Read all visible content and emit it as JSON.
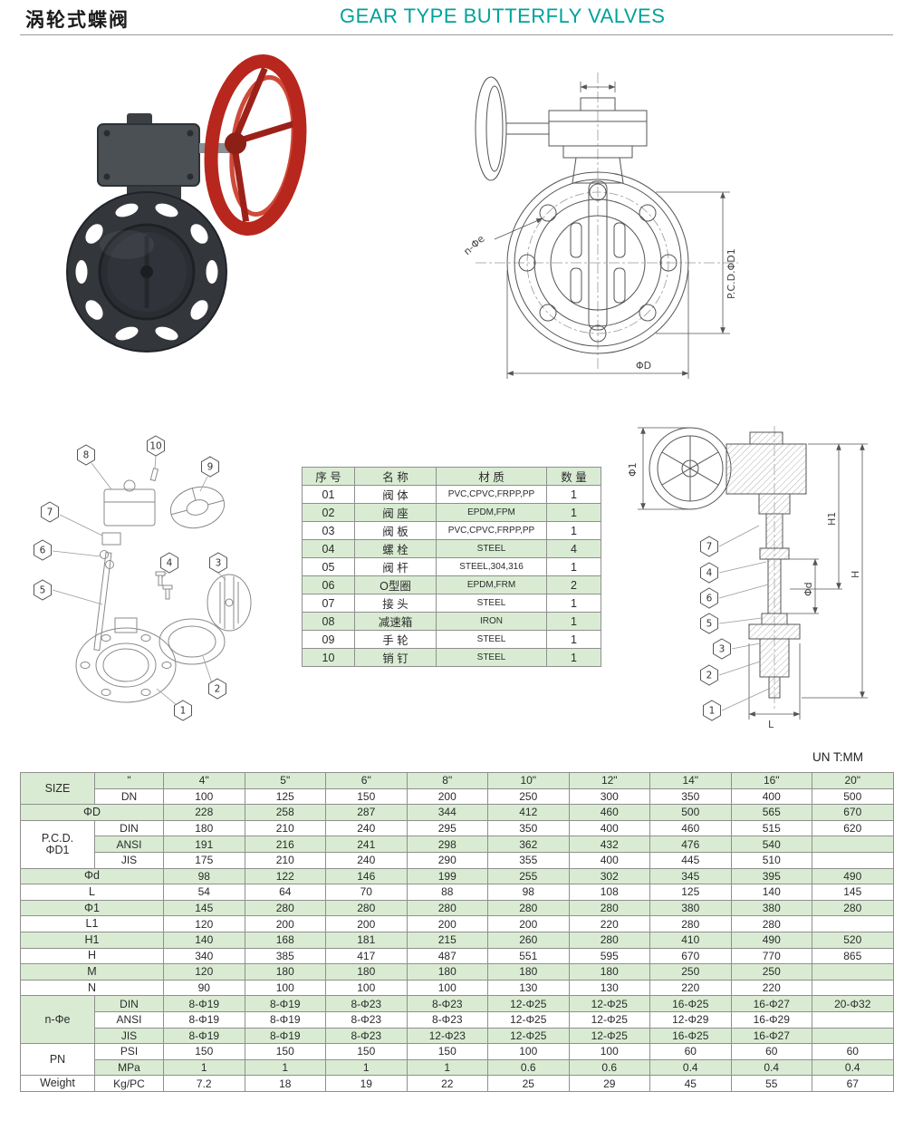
{
  "page": {
    "title_cn": "涡轮式蝶阀",
    "title_en": "GEAR TYPE BUTTERFLY VALVES",
    "unit_note": "UN T:MM",
    "accent_color": "#00a29b",
    "table_green": "#d9ecd3"
  },
  "front_view": {
    "labels": {
      "bolt_holes": "n-Φe",
      "pcd": "P.C.D.ΦD1",
      "outer_dia": "ΦD"
    }
  },
  "side_view": {
    "labels": {
      "phi1": "Φ1",
      "h1": "H1",
      "h": "H",
      "phid": "Φd",
      "l": "L"
    },
    "callouts": [
      "7",
      "4",
      "6",
      "5",
      "3",
      "2",
      "1"
    ]
  },
  "exploded_view": {
    "callouts": [
      "8",
      "10",
      "9",
      "7",
      "6",
      "5",
      "4",
      "3",
      "2",
      "1"
    ]
  },
  "parts_table": {
    "headers": [
      "序 号",
      "名 称",
      "材 质",
      "数 量"
    ],
    "rows": [
      {
        "no": "01",
        "name": "阀 体",
        "material": "PVC,CPVC,FRPP,PP",
        "qty": "1"
      },
      {
        "no": "02",
        "name": "阀 座",
        "material": "EPDM,FPM",
        "qty": "1"
      },
      {
        "no": "03",
        "name": "阀 板",
        "material": "PVC,CPVC,FRPP,PP",
        "qty": "1"
      },
      {
        "no": "04",
        "name": "螺 栓",
        "material": "STEEL",
        "qty": "4"
      },
      {
        "no": "05",
        "name": "阀 杆",
        "material": "STEEL,304,316",
        "qty": "1"
      },
      {
        "no": "06",
        "name": "O型圈",
        "material": "EPDM,FRM",
        "qty": "2"
      },
      {
        "no": "07",
        "name": "接 头",
        "material": "STEEL",
        "qty": "1"
      },
      {
        "no": "08",
        "name": "减速箱",
        "material": "IRON",
        "qty": "1"
      },
      {
        "no": "09",
        "name": "手 轮",
        "material": "STEEL",
        "qty": "1"
      },
      {
        "no": "10",
        "name": "销 钉",
        "material": "STEEL",
        "qty": "1"
      }
    ]
  },
  "dimensions_table": {
    "rows": [
      {
        "group": "SIZE",
        "rowspan": 2,
        "label": "\"",
        "values": [
          "4\"",
          "5\"",
          "6\"",
          "8\"",
          "10\"",
          "12\"",
          "14\"",
          "16\"",
          "20\""
        ]
      },
      {
        "label": "DN",
        "values": [
          "100",
          "125",
          "150",
          "200",
          "250",
          "300",
          "350",
          "400",
          "500"
        ]
      },
      {
        "group": "ΦD",
        "colspan": 2,
        "values": [
          "228",
          "258",
          "287",
          "344",
          "412",
          "460",
          "500",
          "565",
          "670"
        ]
      },
      {
        "group": "P.C.D.\nΦD1",
        "rowspan": 3,
        "label": "DIN",
        "values": [
          "180",
          "210",
          "240",
          "295",
          "350",
          "400",
          "460",
          "515",
          "620"
        ]
      },
      {
        "label": "ANSI",
        "values": [
          "191",
          "216",
          "241",
          "298",
          "362",
          "432",
          "476",
          "540",
          ""
        ]
      },
      {
        "label": "JIS",
        "values": [
          "175",
          "210",
          "240",
          "290",
          "355",
          "400",
          "445",
          "510",
          ""
        ]
      },
      {
        "group": "Φd",
        "colspan": 2,
        "values": [
          "98",
          "122",
          "146",
          "199",
          "255",
          "302",
          "345",
          "395",
          "490"
        ]
      },
      {
        "group": "L",
        "colspan": 2,
        "values": [
          "54",
          "64",
          "70",
          "88",
          "98",
          "108",
          "125",
          "140",
          "145"
        ]
      },
      {
        "group": "Φ1",
        "colspan": 2,
        "values": [
          "145",
          "280",
          "280",
          "280",
          "280",
          "280",
          "380",
          "380",
          "280"
        ]
      },
      {
        "group": "L1",
        "colspan": 2,
        "values": [
          "120",
          "200",
          "200",
          "200",
          "200",
          "220",
          "280",
          "280",
          ""
        ]
      },
      {
        "group": "H1",
        "colspan": 2,
        "values": [
          "140",
          "168",
          "181",
          "215",
          "260",
          "280",
          "410",
          "490",
          "520"
        ]
      },
      {
        "group": "H",
        "colspan": 2,
        "values": [
          "340",
          "385",
          "417",
          "487",
          "551",
          "595",
          "670",
          "770",
          "865"
        ]
      },
      {
        "group": "M",
        "colspan": 2,
        "values": [
          "120",
          "180",
          "180",
          "180",
          "180",
          "180",
          "250",
          "250",
          ""
        ]
      },
      {
        "group": "N",
        "colspan": 2,
        "values": [
          "90",
          "100",
          "100",
          "100",
          "130",
          "130",
          "220",
          "220",
          ""
        ]
      },
      {
        "group": "n-Φe",
        "rowspan": 3,
        "label": "DIN",
        "values": [
          "8-Φ19",
          "8-Φ19",
          "8-Φ23",
          "8-Φ23",
          "12-Φ25",
          "12-Φ25",
          "16-Φ25",
          "16-Φ27",
          "20-Φ32"
        ]
      },
      {
        "label": "ANSI",
        "values": [
          "8-Φ19",
          "8-Φ19",
          "8-Φ23",
          "8-Φ23",
          "12-Φ25",
          "12-Φ25",
          "12-Φ29",
          "16-Φ29",
          ""
        ]
      },
      {
        "label": "JIS",
        "values": [
          "8-Φ19",
          "8-Φ19",
          "8-Φ23",
          "12-Φ23",
          "12-Φ25",
          "12-Φ25",
          "16-Φ25",
          "16-Φ27",
          ""
        ]
      },
      {
        "group": "PN",
        "rowspan": 2,
        "label": "PSI",
        "values": [
          "150",
          "150",
          "150",
          "150",
          "100",
          "100",
          "60",
          "60",
          "60"
        ]
      },
      {
        "label": "MPa",
        "values": [
          "1",
          "1",
          "1",
          "1",
          "0.6",
          "0.6",
          "0.4",
          "0.4",
          "0.4"
        ]
      },
      {
        "group": "Weight",
        "label": "Kg/PC",
        "values": [
          "7.2",
          "18",
          "19",
          "22",
          "25",
          "29",
          "45",
          "55",
          "67"
        ]
      }
    ]
  }
}
